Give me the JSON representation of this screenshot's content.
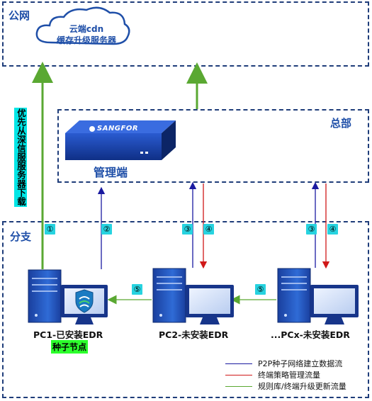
{
  "zones": {
    "public": "公网",
    "hq": "总部",
    "branch": "分支"
  },
  "cloud": {
    "line1": "云端cdn",
    "line2": "缓存升级服务器"
  },
  "download_note": "优先从深信服服务器下载",
  "management": {
    "brand": "SANGFOR",
    "label": "管理端"
  },
  "badges": {
    "b1": "①",
    "b2": "②",
    "b3": "③",
    "b4": "④",
    "b5": "⑤"
  },
  "pcs": [
    {
      "label": "PC1-已安装EDR"
    },
    {
      "label": "PC2-未安装EDR"
    },
    {
      "label": "...PCx-未安装EDR"
    }
  ],
  "seed_label": "种子节点",
  "legend": [
    {
      "label": "P2P种子网络建立数据流",
      "color": "#1a1aa0"
    },
    {
      "label": "终端策略管理流量",
      "color": "#d01818"
    },
    {
      "label": "规则库/终端升级更新流量",
      "color": "#5aa832"
    }
  ],
  "colors": {
    "zone_border": "#1f3d7a",
    "p2p": "#1a1aa0",
    "policy": "#d01818",
    "update": "#5aa832",
    "accent": "#1f4fa8"
  }
}
